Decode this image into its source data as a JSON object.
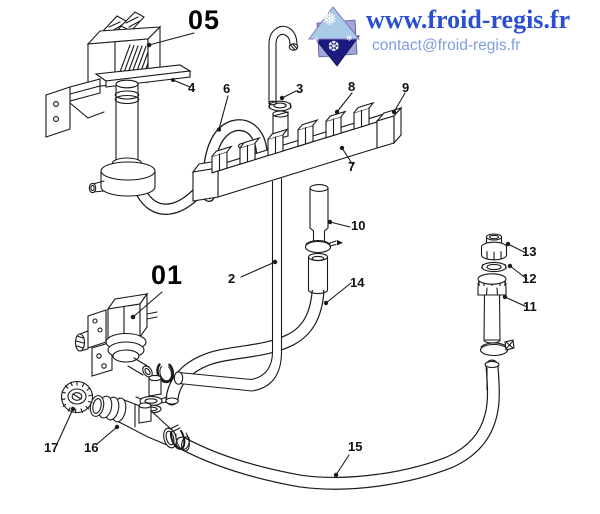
{
  "site": {
    "url": "www.froid-regis.fr",
    "email": "contact@froid-regis.fr"
  },
  "logo": {
    "flake_large": "❅",
    "flake_medium": "❆",
    "flake_small_left": "❄",
    "flake_small_right": "❄"
  },
  "colors": {
    "url_blue": "#2a4fd0",
    "email_blue": "#7e9ce1",
    "line": "#1a1a1a",
    "logo_navy": "#1c1c80",
    "logo_light_blue": "#aacbe8",
    "logo_lavender": "#a2a3d6"
  },
  "diagram": {
    "assembly_labels": {
      "a05": "05",
      "a01": "01"
    },
    "part_labels": {
      "p2": "2",
      "p3": "3",
      "p4": "4",
      "p6": "6",
      "p7": "7",
      "p8": "8",
      "p9": "9",
      "p10": "10",
      "p11": "11",
      "p12": "12",
      "p13": "13",
      "p14": "14",
      "p15": "15",
      "p16": "16",
      "p17": "17"
    }
  }
}
